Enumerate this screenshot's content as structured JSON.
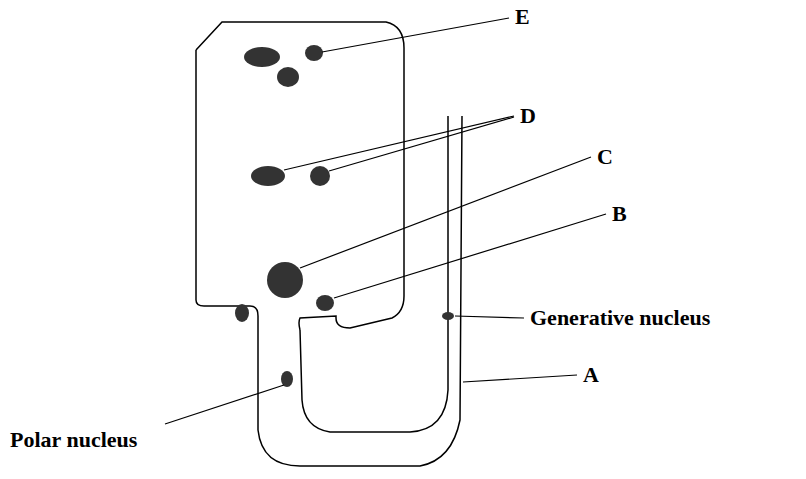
{
  "diagram": {
    "labels": [
      "E",
      "D",
      "C",
      "B",
      "Generative nucleus",
      "A",
      "Polar nucleus"
    ]
  }
}
